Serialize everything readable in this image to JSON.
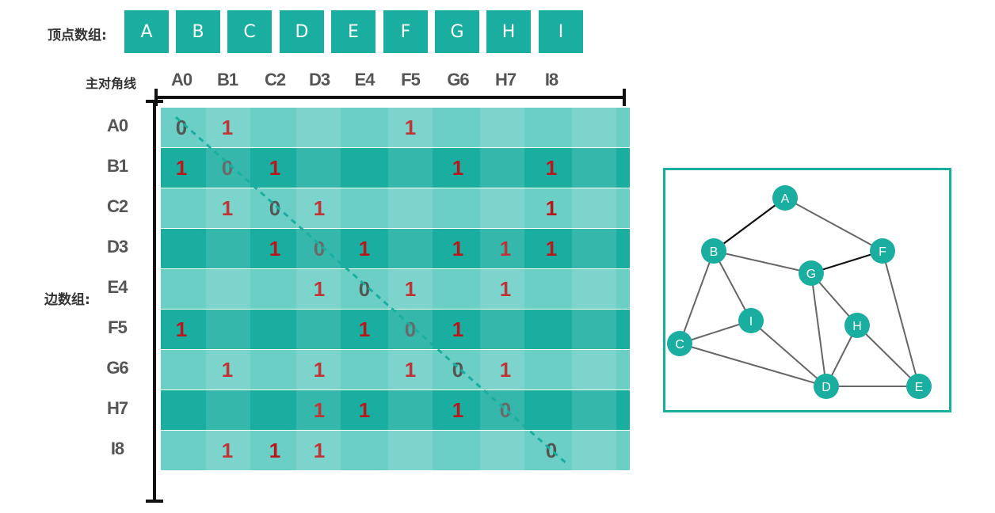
{
  "labels": {
    "vertex_array": "顶点数组:",
    "main_diagonal": "主对角线",
    "edge_array": "边数组:"
  },
  "vertices": [
    "A",
    "B",
    "C",
    "D",
    "E",
    "F",
    "G",
    "H",
    "I"
  ],
  "headers": [
    "A0",
    "B1",
    "C2",
    "D3",
    "E4",
    "F5",
    "G6",
    "H7",
    "I8"
  ],
  "matrix": [
    [
      "0",
      "1",
      "",
      "",
      "",
      "1",
      "",
      "",
      ""
    ],
    [
      "1",
      "0",
      "1",
      "",
      "",
      "",
      "1",
      "",
      "1"
    ],
    [
      "",
      "1",
      "0",
      "1",
      "",
      "",
      "",
      "",
      "1"
    ],
    [
      "",
      "",
      "1",
      "0",
      "1",
      "",
      "1",
      "1",
      "1"
    ],
    [
      "",
      "",
      "",
      "1",
      "0",
      "1",
      "",
      "1",
      ""
    ],
    [
      "1",
      "",
      "",
      "",
      "1",
      "0",
      "1",
      "",
      ""
    ],
    [
      "",
      "1",
      "",
      "1",
      "",
      "1",
      "0",
      "1",
      ""
    ],
    [
      "",
      "",
      "",
      "1",
      "1",
      "",
      "1",
      "0",
      ""
    ],
    [
      "",
      "1",
      "1",
      "1",
      "",
      "",
      "",
      "",
      "0"
    ]
  ],
  "graph": {
    "nodes": [
      "A",
      "B",
      "C",
      "D",
      "E",
      "F",
      "G",
      "H",
      "I"
    ],
    "edges": [
      [
        "A",
        "B"
      ],
      [
        "A",
        "F"
      ],
      [
        "B",
        "G"
      ],
      [
        "B",
        "I"
      ],
      [
        "B",
        "C"
      ],
      [
        "F",
        "G"
      ],
      [
        "F",
        "E"
      ],
      [
        "G",
        "H"
      ],
      [
        "G",
        "D"
      ],
      [
        "I",
        "C"
      ],
      [
        "I",
        "D"
      ],
      [
        "C",
        "D"
      ],
      [
        "H",
        "D"
      ],
      [
        "H",
        "E"
      ],
      [
        "D",
        "E"
      ]
    ]
  },
  "colors": {
    "teal": "#1aaea0",
    "teal_light": "#6ccfc5",
    "one": "#b8171c",
    "zero": "#555555"
  }
}
